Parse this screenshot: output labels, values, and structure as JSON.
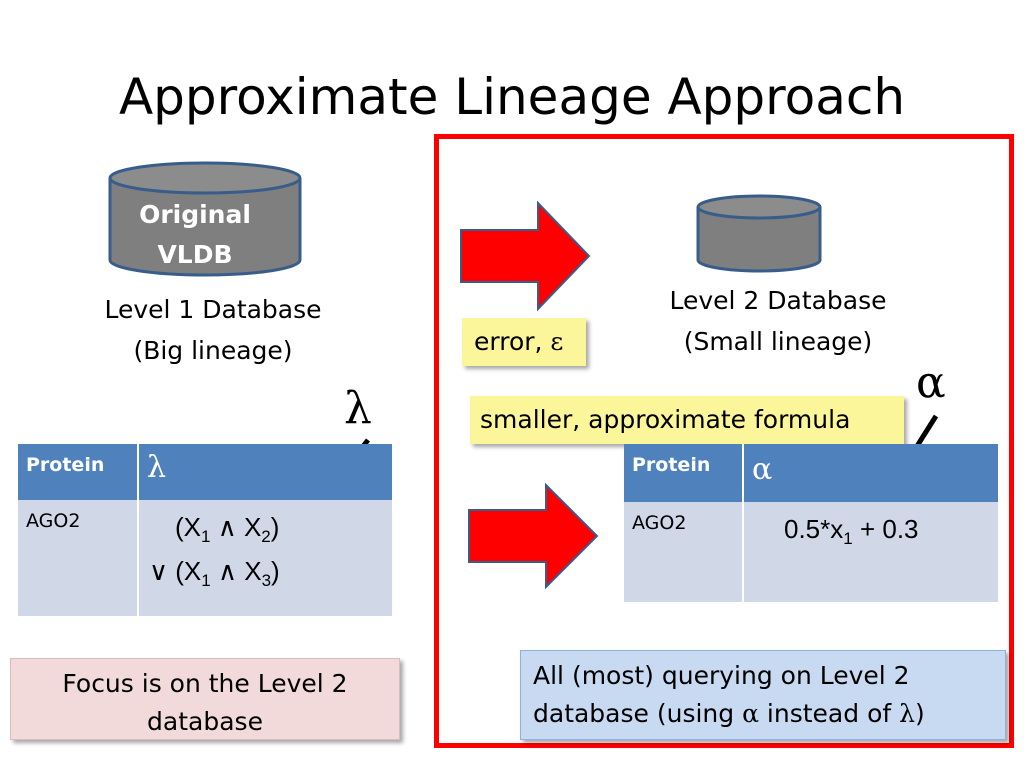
{
  "slide": {
    "title": "Approximate Lineage Approach"
  },
  "left": {
    "cylinder_label_line1": "Original",
    "cylinder_label_line2": "VLDB",
    "caption_line1": "Level 1 Database",
    "caption_line2": "(Big lineage)",
    "lambda_symbol": "λ",
    "table": {
      "header_protein": "Protein",
      "header_symbol": "λ",
      "row_protein": "AGO2",
      "formula_line1": {
        "open": "(X",
        "s1": "1",
        "and": " ∧ X",
        "s2": "2",
        "close": ")"
      },
      "formula_line2": {
        "or": "∨ ",
        "open": "(X",
        "s1": "1",
        "and": " ∧ X",
        "s2": "3",
        "close": ")"
      }
    },
    "focus_line1": "Focus is on the Level 2",
    "focus_line2": "database"
  },
  "right": {
    "error_label": "error, ",
    "epsilon_symbol": "ε",
    "caption_line1": "Level 2 Database",
    "caption_line2": "(Small lineage)",
    "alpha_symbol": "α",
    "formula_label": "smaller, approximate formula",
    "table": {
      "header_protein": "Protein",
      "header_symbol": "α",
      "row_protein": "AGO2",
      "formula": {
        "pre": "0.5*x",
        "sub": "1",
        "post": " + 0.3"
      }
    },
    "query_line1": "All (most) querying on Level 2",
    "query_line2_pre": "database (using ",
    "query_alpha": "α",
    "query_line2_mid": " instead of ",
    "query_lambda": "λ",
    "query_line2_post": ")"
  },
  "colors": {
    "frame_red": "#ff0000",
    "arrow_red": "#ff0000",
    "table_header": "#4f81bd",
    "table_body": "#d0d8e8",
    "cylinder_fill": "#7f7f7f",
    "cylinder_stroke": "#385d8a",
    "yellow_box": "#fcf69a",
    "pink_box": "#f2d9da",
    "blue_box": "#c8daf2"
  }
}
